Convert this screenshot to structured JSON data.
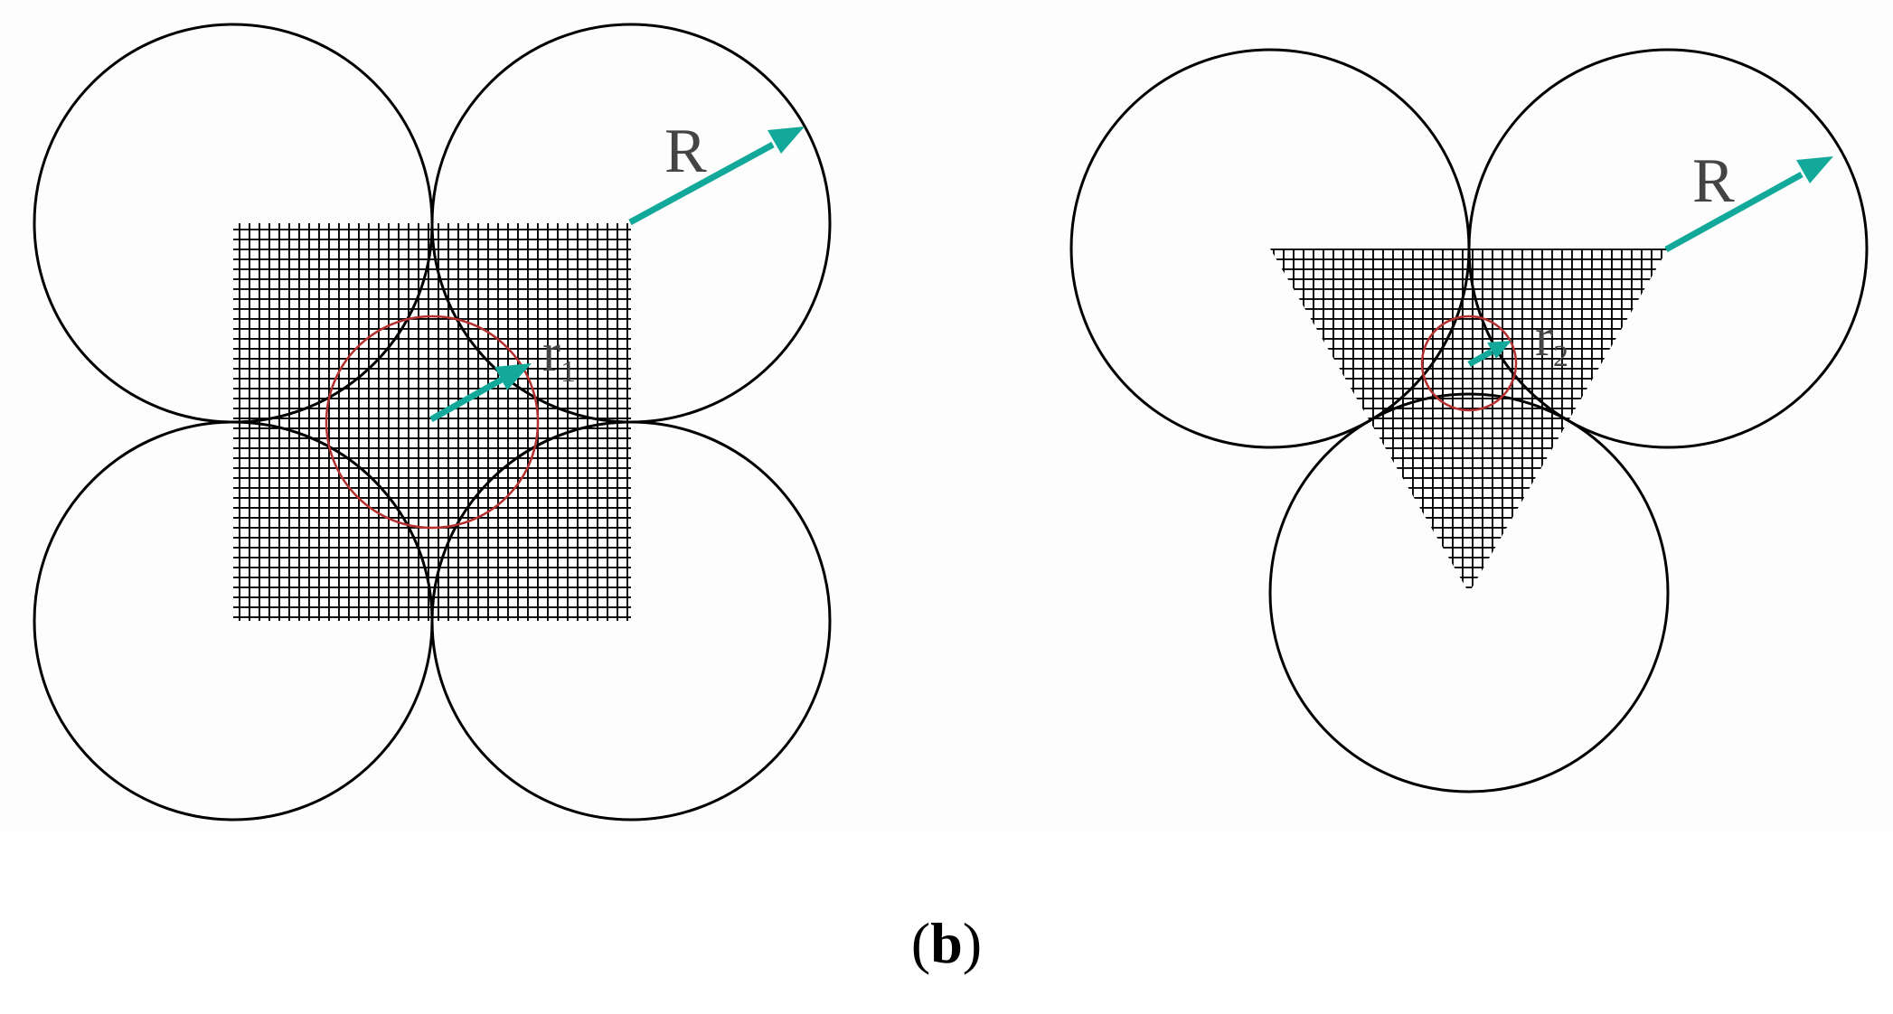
{
  "left_panel": {
    "label_R": "R",
    "label_r": "r",
    "label_r_sub": "1"
  },
  "right_panel": {
    "label_R": "R",
    "label_r": "r",
    "label_r_sub": "2"
  },
  "caption": {
    "open": "(",
    "letter": "b",
    "close": ")"
  },
  "colors": {
    "grain_outline": "#000000",
    "inscribed_circle": "#b3302f",
    "radius_arrow": "#12a99a",
    "label_text": "#444444",
    "background": "#fdfdfd"
  }
}
